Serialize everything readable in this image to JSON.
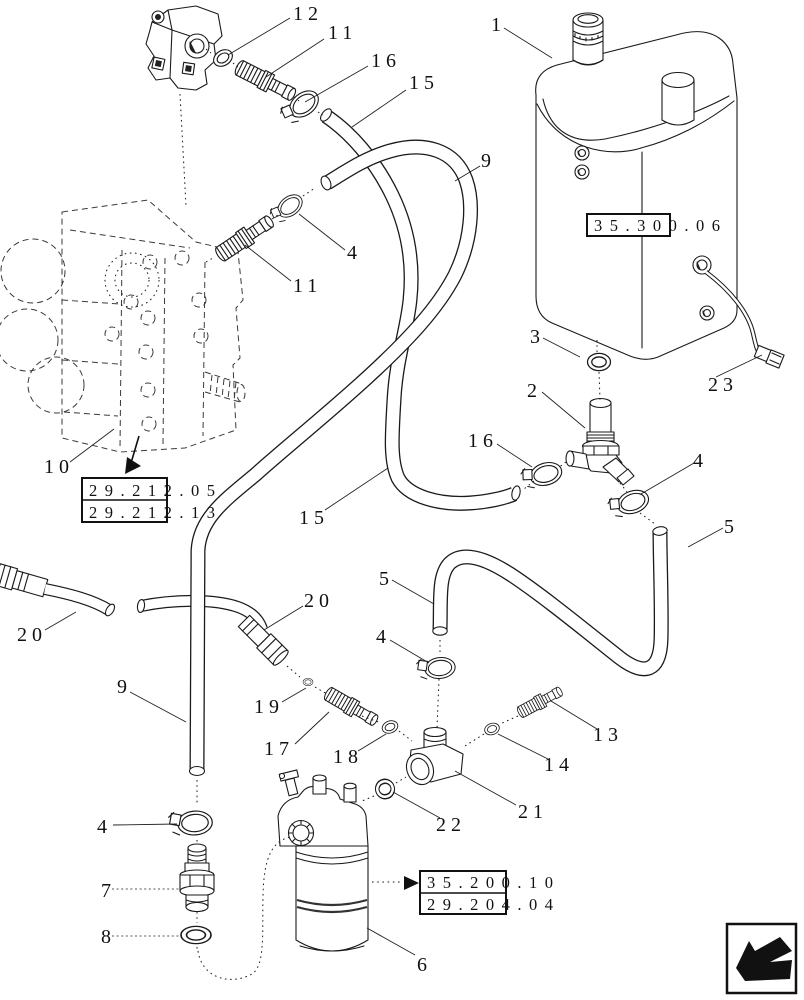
{
  "drawing": {
    "kind": "exploded-parts-diagram",
    "subject": "hydraulic-reservoir-and-hose-assembly",
    "background": "#ffffff",
    "line_color": "#1a1a1a"
  },
  "callouts": {
    "c1": "1",
    "c2": "2",
    "c3": "3",
    "c4": "4",
    "c5": "5",
    "c6": "6",
    "c7": "7",
    "c8": "8",
    "c9": "9",
    "c10": "10",
    "c11": "11",
    "c12": "12",
    "c13": "13",
    "c14": "14",
    "c15": "15",
    "c16": "16",
    "c17": "17",
    "c18": "18",
    "c19": "19",
    "c20": "20",
    "c21": "21",
    "c22": "22",
    "c23": "23"
  },
  "references": {
    "tank_link": "35.300.06",
    "pump_link_1": "29.212.05",
    "pump_link_2": "29.212.13",
    "filter_link_1": "35.200.10",
    "filter_link_2": "29.204.04"
  },
  "icons": {
    "corner_nav": "page-back-arrow-icon"
  }
}
